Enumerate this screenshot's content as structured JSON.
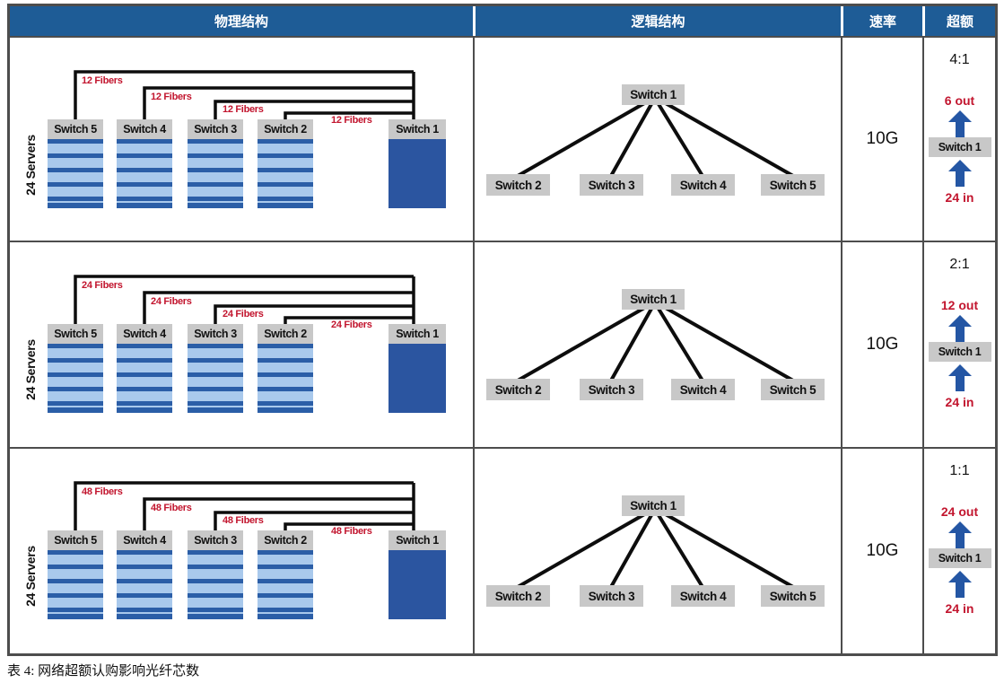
{
  "header": {
    "physical": "物理结构",
    "logical": "逻辑结构",
    "rate": "速率",
    "oversubscription": "超额"
  },
  "caption": "表 4: 网络超额认购影响光纤芯数",
  "rows": [
    {
      "servers_label": "24 Servers",
      "fiber_label": "12 Fibers",
      "physical_switches": [
        "Switch 5",
        "Switch 4",
        "Switch 3",
        "Switch 2",
        "Switch 1"
      ],
      "logical_root": "Switch 1",
      "logical_leaves": [
        "Switch 2",
        "Switch 3",
        "Switch 4",
        "Switch 5"
      ],
      "rate": "10G",
      "oversub_ratio": "4:1",
      "out_label": "6 out",
      "oversub_switch": "Switch 1",
      "in_label": "24 in"
    },
    {
      "servers_label": "24 Servers",
      "fiber_label": "24 Fibers",
      "physical_switches": [
        "Switch 5",
        "Switch 4",
        "Switch 3",
        "Switch 2",
        "Switch 1"
      ],
      "logical_root": "Switch 1",
      "logical_leaves": [
        "Switch 2",
        "Switch 3",
        "Switch 4",
        "Switch 5"
      ],
      "rate": "10G",
      "oversub_ratio": "2:1",
      "out_label": "12 out",
      "oversub_switch": "Switch 1",
      "in_label": "24 in"
    },
    {
      "servers_label": "24 Servers",
      "fiber_label": "48 Fibers",
      "physical_switches": [
        "Switch 5",
        "Switch 4",
        "Switch 3",
        "Switch 2",
        "Switch 1"
      ],
      "logical_root": "Switch 1",
      "logical_leaves": [
        "Switch 2",
        "Switch 3",
        "Switch 4",
        "Switch 5"
      ],
      "rate": "10G",
      "oversub_ratio": "1:1",
      "out_label": "24 out",
      "oversub_switch": "Switch 1",
      "in_label": "24 in"
    }
  ],
  "colors": {
    "header_bg": "#1e5c96",
    "table_border": "#4d4d4d",
    "fiber_label_red": "#c2152e",
    "arrow_blue": "#2456a4",
    "rack_light_blue": "#a9c9ec",
    "rack_dark_blue": "#2b5ea7",
    "switch1_body_blue": "#2b55a0",
    "switch_box_gray": "#c8c8c8"
  }
}
